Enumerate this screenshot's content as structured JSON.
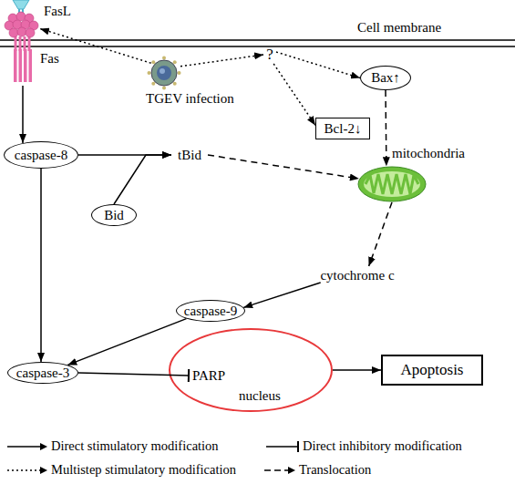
{
  "diagram": {
    "nodes": [
      {
        "text": [
          "FasL"
        ]
      },
      {
        "text": [
          "Fas"
        ]
      },
      {
        "text": [
          "TGEV infection"
        ]
      },
      {
        "text": [
          "?"
        ]
      },
      {
        "text": [
          "Bax↑"
        ]
      },
      {
        "text": [
          "Bcl-2↓"
        ]
      },
      {
        "text": [
          "mitochondria"
        ]
      },
      {
        "text": [
          "caspase-8"
        ]
      },
      {
        "text": [
          "Bid"
        ]
      },
      {
        "text": [
          "tBid"
        ]
      },
      {
        "text": [
          "cytochrome c"
        ]
      },
      {
        "text": [
          "caspase-9"
        ]
      },
      {
        "text": [
          "caspase-3"
        ]
      },
      {
        "text": [
          "nucleus"
        ]
      },
      {
        "text": [
          "PARP"
        ],
        "in": 13
      },
      {
        "text": [
          "Apoptosis"
        ]
      }
    ],
    "edges": [
      {
        "from": 2,
        "to": 0,
        "arrow": "to"
      },
      {
        "from": 2,
        "to": 3,
        "arrow": "to"
      },
      {
        "from": 3,
        "to": 4,
        "arrow": "to"
      },
      {
        "from": 3,
        "to": 5,
        "arrow": "to"
      },
      {
        "from": 1,
        "to": 7,
        "arrow": "to"
      },
      {
        "from": 7,
        "to": 9,
        "arrow": "to"
      },
      {
        "from": 8,
        "to": 9,
        "arrow": "to"
      },
      {
        "from": 9,
        "to": 6,
        "arrow": "to"
      },
      {
        "from": 4,
        "to": 6,
        "arrow": "to"
      },
      {
        "from": 6,
        "to": 10,
        "arrow": "to"
      },
      {
        "from": 10,
        "to": 11,
        "arrow": "to"
      },
      {
        "from": 11,
        "to": 12,
        "arrow": "to"
      },
      {
        "from": 7,
        "to": 12,
        "arrow": "to"
      },
      {
        "from": 12,
        "to": 14,
        "arrow": "to"
      },
      {
        "from": 13,
        "to": 15,
        "arrow": "to"
      }
    ],
    "labels": [
      "Cell membrane"
    ],
    "legend": [
      {
        "text": "Direct stimulatory modification"
      },
      {
        "text": "Direct inhibitory modification"
      },
      {
        "text": "Multistep stimulatory modification"
      },
      {
        "text": "Translocation"
      }
    ]
  }
}
